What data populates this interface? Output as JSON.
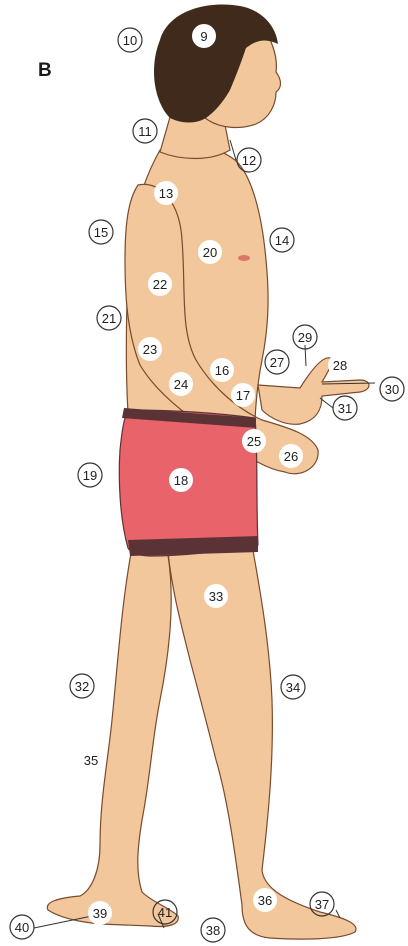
{
  "panel_letter": "B",
  "colors": {
    "skin": "#f3c79c",
    "skin_shadow": "#e3a878",
    "hair": "#3f2a1c",
    "shorts": "#e8636a",
    "shorts_band": "#5b3336",
    "outline": "#7a4a2c",
    "marker_ring": "#333333",
    "marker_fill": "#ffffff"
  },
  "labels": [
    {
      "id": "9",
      "text": "9"
    },
    {
      "id": "10",
      "text": "10"
    },
    {
      "id": "11",
      "text": "11"
    },
    {
      "id": "12",
      "text": "12"
    },
    {
      "id": "13",
      "text": "13"
    },
    {
      "id": "14",
      "text": "14"
    },
    {
      "id": "15",
      "text": "15"
    },
    {
      "id": "16",
      "text": "16"
    },
    {
      "id": "17",
      "text": "17"
    },
    {
      "id": "18",
      "text": "18"
    },
    {
      "id": "19",
      "text": "19"
    },
    {
      "id": "20",
      "text": "20"
    },
    {
      "id": "21",
      "text": "21"
    },
    {
      "id": "22",
      "text": "22"
    },
    {
      "id": "23",
      "text": "23"
    },
    {
      "id": "24",
      "text": "24"
    },
    {
      "id": "25",
      "text": "25"
    },
    {
      "id": "26",
      "text": "26"
    },
    {
      "id": "27",
      "text": "27"
    },
    {
      "id": "28",
      "text": "28"
    },
    {
      "id": "29",
      "text": "29"
    },
    {
      "id": "30",
      "text": "30"
    },
    {
      "id": "31",
      "text": "31"
    },
    {
      "id": "32",
      "text": "32"
    },
    {
      "id": "33",
      "text": "33"
    },
    {
      "id": "34",
      "text": "34"
    },
    {
      "id": "35",
      "text": "35"
    },
    {
      "id": "36",
      "text": "36"
    },
    {
      "id": "37",
      "text": "37"
    },
    {
      "id": "38",
      "text": "38"
    },
    {
      "id": "39",
      "text": "39"
    },
    {
      "id": "40",
      "text": "40"
    },
    {
      "id": "41",
      "text": "41"
    }
  ]
}
